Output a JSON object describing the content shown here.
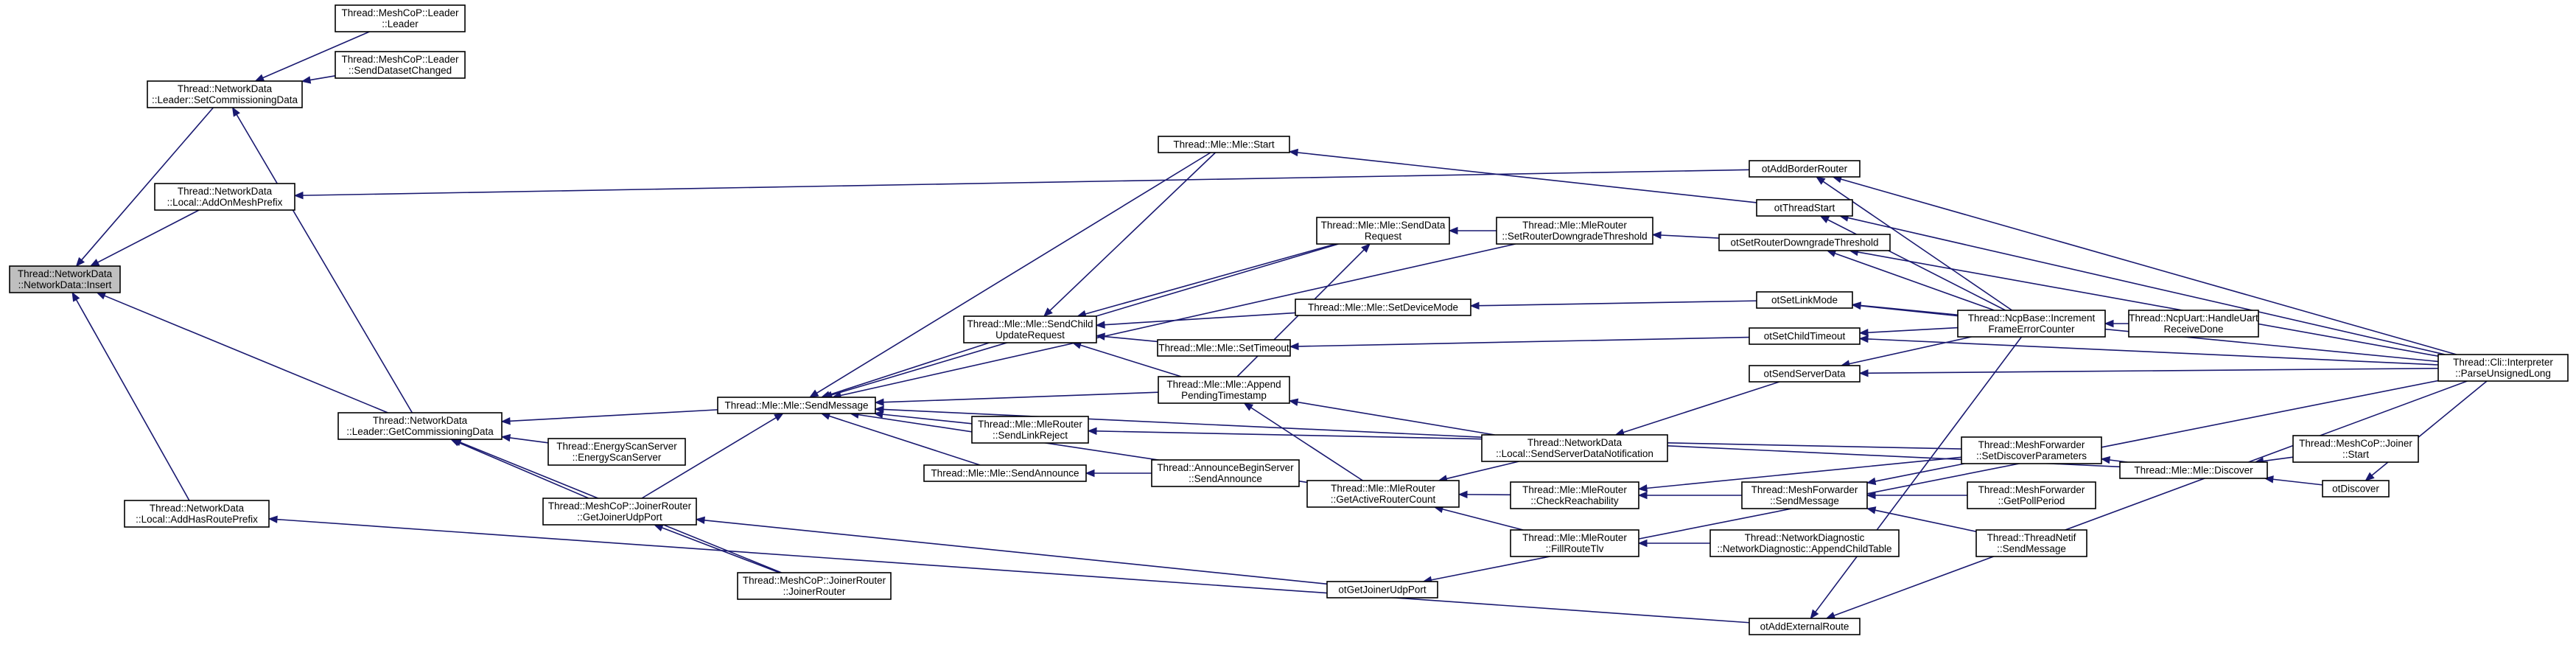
{
  "graph": {
    "root": "insert",
    "nodes": [
      {
        "id": "insert",
        "lines": [
          "Thread::NetworkData",
          "::NetworkData::Insert"
        ]
      },
      {
        "id": "setComm",
        "lines": [
          "Thread::NetworkData",
          "::Leader::SetCommissioningData"
        ]
      },
      {
        "id": "meshLeader",
        "lines": [
          "Thread::MeshCoP::Leader",
          "::Leader"
        ]
      },
      {
        "id": "meshSendDataset",
        "lines": [
          "Thread::MeshCoP::Leader",
          "::SendDatasetChanged"
        ]
      },
      {
        "id": "addOnMesh",
        "lines": [
          "Thread::NetworkData",
          "::Local::AddOnMeshPrefix"
        ]
      },
      {
        "id": "getComm",
        "lines": [
          "Thread::NetworkData",
          "::Leader::GetCommissioningData"
        ]
      },
      {
        "id": "addHasRoute",
        "lines": [
          "Thread::NetworkData",
          "::Local::AddHasRoutePrefix"
        ]
      },
      {
        "id": "sendMessage",
        "lines": [
          "Thread::Mle::Mle::SendMessage"
        ]
      },
      {
        "id": "energyScan",
        "lines": [
          "Thread::EnergyScanServer",
          "::EnergyScanServer"
        ]
      },
      {
        "id": "joinerGetPort",
        "lines": [
          "Thread::MeshCoP::JoinerRouter",
          "::GetJoinerUdpPort"
        ]
      },
      {
        "id": "joinerRouter",
        "lines": [
          "Thread::MeshCoP::JoinerRouter",
          "::JoinerRouter"
        ]
      },
      {
        "id": "sendChild",
        "lines": [
          "Thread::Mle::Mle::SendChild",
          "UpdateRequest"
        ]
      },
      {
        "id": "sendLinkReject",
        "lines": [
          "Thread::Mle::MleRouter",
          "::SendLinkReject"
        ]
      },
      {
        "id": "sendAnnounce",
        "lines": [
          "Thread::Mle::Mle::SendAnnounce"
        ]
      },
      {
        "id": "announceBegin",
        "lines": [
          "Thread::AnnounceBeginServer",
          "::SendAnnounce"
        ]
      },
      {
        "id": "mleStart",
        "lines": [
          "Thread::Mle::Mle::Start"
        ]
      },
      {
        "id": "sendDataReq",
        "lines": [
          "Thread::Mle::Mle::SendData",
          "Request"
        ]
      },
      {
        "id": "setDeviceMode",
        "lines": [
          "Thread::Mle::Mle::SetDeviceMode"
        ]
      },
      {
        "id": "setTimeout",
        "lines": [
          "Thread::Mle::Mle::SetTimeout"
        ]
      },
      {
        "id": "appendPending",
        "lines": [
          "Thread::Mle::Mle::Append",
          "PendingTimestamp"
        ]
      },
      {
        "id": "getActiveRouter",
        "lines": [
          "Thread::Mle::MleRouter",
          "::GetActiveRouterCount"
        ]
      },
      {
        "id": "setRouterDowngrade",
        "lines": [
          "Thread::Mle::MleRouter",
          "::SetRouterDowngradeThreshold"
        ]
      },
      {
        "id": "sendServerData",
        "lines": [
          "Thread::NetworkData",
          "::Local::SendServerDataNotification"
        ]
      },
      {
        "id": "checkReach",
        "lines": [
          "Thread::Mle::MleRouter",
          "::CheckReachability"
        ]
      },
      {
        "id": "fillRoute",
        "lines": [
          "Thread::Mle::MleRouter",
          "::FillRouteTlv"
        ]
      },
      {
        "id": "otAddBorderRouter",
        "lines": [
          "otAddBorderRouter"
        ]
      },
      {
        "id": "otThreadStart",
        "lines": [
          "otThreadStart"
        ]
      },
      {
        "id": "otSetRouterDowngrade",
        "lines": [
          "otSetRouterDowngradeThreshold"
        ]
      },
      {
        "id": "otSetLinkMode",
        "lines": [
          "otSetLinkMode"
        ]
      },
      {
        "id": "otSetChildTimeout",
        "lines": [
          "otSetChildTimeout"
        ]
      },
      {
        "id": "otSendServerData",
        "lines": [
          "otSendServerData"
        ]
      },
      {
        "id": "otGetJoinerUdpPort",
        "lines": [
          "otGetJoinerUdpPort"
        ]
      },
      {
        "id": "otAddExternalRoute",
        "lines": [
          "otAddExternalRoute"
        ]
      },
      {
        "id": "meshFwdSendMsg",
        "lines": [
          "Thread::MeshForwarder",
          "::SendMessage"
        ]
      },
      {
        "id": "netDiag",
        "lines": [
          "Thread::NetworkDiagnostic",
          "::NetworkDiagnostic::AppendChildTable"
        ]
      },
      {
        "id": "ncpIncrement",
        "lines": [
          "Thread::NcpBase::Increment",
          "FrameErrorCounter"
        ]
      },
      {
        "id": "ncpUart",
        "lines": [
          "Thread::NcpUart::HandleUart",
          "ReceiveDone"
        ]
      },
      {
        "id": "meshFwdSetDiscover",
        "lines": [
          "Thread::MeshForwarder",
          "::SetDiscoverParameters"
        ]
      },
      {
        "id": "meshFwdPoll",
        "lines": [
          "Thread::MeshForwarder",
          "::GetPollPeriod"
        ]
      },
      {
        "id": "threadNetifSend",
        "lines": [
          "Thread::ThreadNetif",
          "::SendMessage"
        ]
      },
      {
        "id": "mleDiscover",
        "lines": [
          "Thread::Mle::Mle::Discover"
        ]
      },
      {
        "id": "joinerStart",
        "lines": [
          "Thread::MeshCoP::Joiner",
          "::Start"
        ]
      },
      {
        "id": "otDiscover",
        "lines": [
          "otDiscover"
        ]
      },
      {
        "id": "cliParse",
        "lines": [
          "Thread::Cli::Interpreter",
          "::ParseUnsignedLong"
        ]
      }
    ],
    "edges": [
      [
        "setComm",
        "insert"
      ],
      [
        "addOnMesh",
        "insert"
      ],
      [
        "getComm",
        "insert"
      ],
      [
        "addHasRoute",
        "insert"
      ],
      [
        "meshLeader",
        "setComm"
      ],
      [
        "meshSendDataset",
        "setComm"
      ],
      [
        "getComm",
        "setComm"
      ],
      [
        "otAddBorderRouter",
        "addOnMesh"
      ],
      [
        "otAddExternalRoute",
        "addHasRoute"
      ],
      [
        "sendMessage",
        "getComm"
      ],
      [
        "energyScan",
        "getComm"
      ],
      [
        "joinerGetPort",
        "getComm"
      ],
      [
        "joinerRouter",
        "getComm"
      ],
      [
        "joinerGetPort",
        "sendMessage"
      ],
      [
        "joinerRouter",
        "joinerGetPort"
      ],
      [
        "otGetJoinerUdpPort",
        "joinerGetPort"
      ],
      [
        "sendChild",
        "sendMessage"
      ],
      [
        "sendLinkReject",
        "sendMessage"
      ],
      [
        "sendAnnounce",
        "sendMessage"
      ],
      [
        "mleStart",
        "sendMessage"
      ],
      [
        "sendDataReq",
        "sendMessage"
      ],
      [
        "appendPending",
        "sendMessage"
      ],
      [
        "getActiveRouter",
        "sendMessage"
      ],
      [
        "setRouterDowngrade",
        "sendMessage"
      ],
      [
        "mleDiscover",
        "sendMessage"
      ],
      [
        "announceBegin",
        "sendAnnounce"
      ],
      [
        "mleStart",
        "sendChild"
      ],
      [
        "sendDataReq",
        "sendChild"
      ],
      [
        "setDeviceMode",
        "sendChild"
      ],
      [
        "setTimeout",
        "sendChild"
      ],
      [
        "appendPending",
        "sendChild"
      ],
      [
        "getActiveRouter",
        "appendPending"
      ],
      [
        "sendServerData",
        "appendPending"
      ],
      [
        "appendPending",
        "sendDataReq"
      ],
      [
        "otThreadStart",
        "mleStart"
      ],
      [
        "setRouterDowngrade",
        "sendDataReq"
      ],
      [
        "otSetRouterDowngrade",
        "setRouterDowngrade"
      ],
      [
        "otSetLinkMode",
        "setDeviceMode"
      ],
      [
        "otSetChildTimeout",
        "setTimeout"
      ],
      [
        "otSendServerData",
        "sendServerData"
      ],
      [
        "sendServerData",
        "getActiveRouter"
      ],
      [
        "checkReach",
        "getActiveRouter"
      ],
      [
        "fillRoute",
        "getActiveRouter"
      ],
      [
        "meshFwdSendMsg",
        "checkReach"
      ],
      [
        "meshFwdSetDiscover",
        "checkReach"
      ],
      [
        "netDiag",
        "fillRoute"
      ],
      [
        "meshFwdSetDiscover",
        "meshFwdSendMsg"
      ],
      [
        "meshFwdPoll",
        "meshFwdSendMsg"
      ],
      [
        "threadNetifSend",
        "meshFwdSendMsg"
      ],
      [
        "meshFwdSetDiscover",
        "sendLinkReject"
      ],
      [
        "mleDiscover",
        "meshFwdSetDiscover"
      ],
      [
        "joinerStart",
        "mleDiscover"
      ],
      [
        "otDiscover",
        "mleDiscover"
      ],
      [
        "ncpIncrement",
        "otAddBorderRouter"
      ],
      [
        "ncpIncrement",
        "otThreadStart"
      ],
      [
        "ncpIncrement",
        "otSetRouterDowngrade"
      ],
      [
        "ncpIncrement",
        "otSetLinkMode"
      ],
      [
        "ncpIncrement",
        "otSetChildTimeout"
      ],
      [
        "ncpIncrement",
        "otSendServerData"
      ],
      [
        "ncpIncrement",
        "otAddExternalRoute"
      ],
      [
        "ncpUart",
        "ncpIncrement"
      ],
      [
        "cliParse",
        "otAddBorderRouter"
      ],
      [
        "cliParse",
        "otThreadStart"
      ],
      [
        "cliParse",
        "otSetRouterDowngrade"
      ],
      [
        "cliParse",
        "otSetLinkMode"
      ],
      [
        "cliParse",
        "otSetChildTimeout"
      ],
      [
        "cliParse",
        "otSendServerData"
      ],
      [
        "cliParse",
        "otGetJoinerUdpPort"
      ],
      [
        "cliParse",
        "otAddExternalRoute"
      ],
      [
        "cliParse",
        "otDiscover"
      ]
    ]
  }
}
